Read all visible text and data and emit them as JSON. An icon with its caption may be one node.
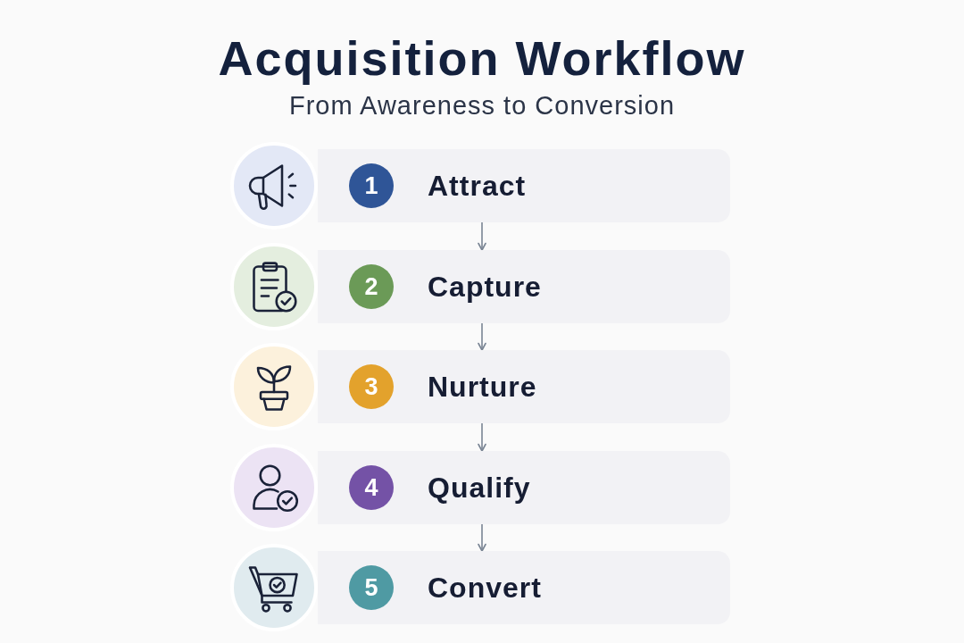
{
  "diagram": {
    "title": "Acquisition Workflow",
    "nodes": [
      {
        "text": [
          "Attract"
        ]
      },
      {
        "text": [
          "1"
        ],
        "in": 0
      },
      {
        "text": [
          "Capture"
        ]
      },
      {
        "text": [
          "2"
        ],
        "in": 2
      },
      {
        "text": [
          "Nurture"
        ]
      },
      {
        "text": [
          "3"
        ],
        "in": 4
      },
      {
        "text": [
          "Qualify"
        ]
      },
      {
        "text": [
          "4"
        ],
        "in": 6
      },
      {
        "text": [
          "Convert"
        ]
      },
      {
        "text": [
          "5"
        ],
        "in": 8
      }
    ],
    "edges": [
      {
        "from": 0,
        "to": 2,
        "arrow": "to"
      },
      {
        "from": 2,
        "to": 4,
        "arrow": "to"
      },
      {
        "from": 4,
        "to": 6,
        "arrow": "to"
      },
      {
        "from": 6,
        "to": 8,
        "arrow": "to"
      }
    ],
    "labels": [
      "From Awareness to Conversion"
    ]
  }
}
